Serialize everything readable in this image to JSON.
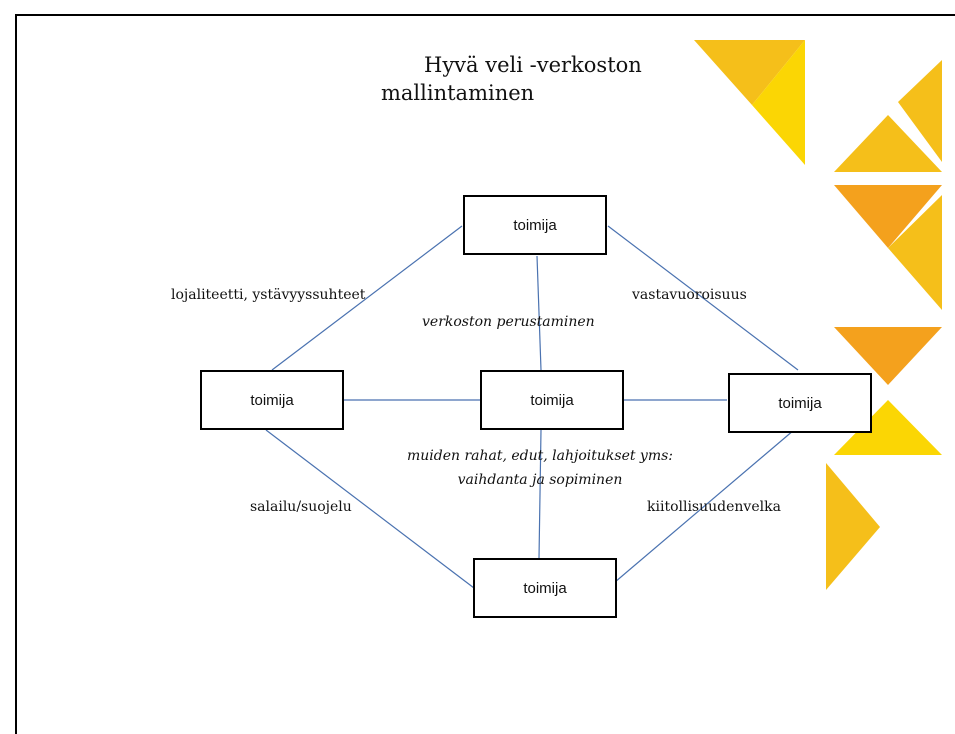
{
  "title": {
    "line1": "Hyvä veli -verkoston",
    "line2": "mallintaminen"
  },
  "nodes": {
    "top": "toimija",
    "left": "toimija",
    "center": "toimija",
    "right": "toimija",
    "bottom": "toimija"
  },
  "edge_labels": {
    "top_left": "lojaliteetti, ystävyyssuhteet",
    "top_right": "vastavuoroisuus",
    "top_center": "verkoston perustaminen",
    "center_bottom_line1": "muiden rahat, edut, lahjoitukset yms:",
    "center_bottom_line2": "vaihdanta ja sopiminen",
    "bottom_left": "salailu/suojelu",
    "bottom_right": "kiitollisuudenvelka"
  },
  "colors": {
    "edge": "#4a72b0",
    "deco_gold": "#f5bf1a",
    "deco_yellow": "#fbd604",
    "deco_orange": "#f4a11d",
    "border": "#000000"
  }
}
